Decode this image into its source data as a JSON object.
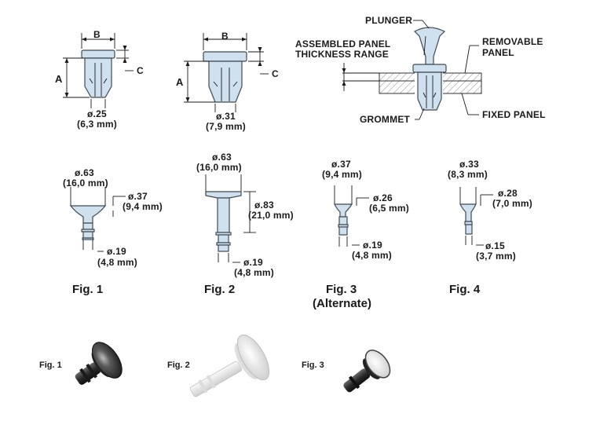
{
  "top_left_1": {
    "label_B": "B",
    "label_A": "A",
    "label_C": "C",
    "dim_in": "ø.25",
    "dim_mm": "(6,3 mm)"
  },
  "top_left_2": {
    "label_B": "B",
    "label_A": "A",
    "label_C": "C",
    "dim_in": "ø.31",
    "dim_mm": "(7,9 mm)"
  },
  "assembly": {
    "plunger": "PLUNGER",
    "assembled_panel": "ASSEMBLED PANEL",
    "thickness_range": "THICKNESS RANGE",
    "removable": "REMOVABLE",
    "panel": "PANEL",
    "grommet": "GROMMET",
    "fixed_panel": "FIXED PANEL"
  },
  "fig1": {
    "head_in": "ø.63",
    "head_mm": "(16,0 mm)",
    "mid_in": "ø.37",
    "mid_mm": "(9,4 mm)",
    "shaft_in": "ø.19",
    "shaft_mm": "(4,8 mm)",
    "caption": "Fig. 1"
  },
  "fig2": {
    "head_in": "ø.63",
    "head_mm": "(16,0 mm)",
    "len_in": "ø.83",
    "len_mm": "(21,0 mm)",
    "shaft_in": "ø.19",
    "shaft_mm": "(4,8 mm)",
    "caption": "Fig. 2"
  },
  "fig3": {
    "head_in": "ø.37",
    "head_mm": "(9,4 mm)",
    "mid_in": "ø.26",
    "mid_mm": "(6,5 mm)",
    "shaft_in": "ø.19",
    "shaft_mm": "(4,8 mm)",
    "caption": "Fig. 3",
    "caption2": "(Alternate)"
  },
  "fig4": {
    "head_in": "ø.33",
    "head_mm": "(8,3 mm)",
    "mid_in": "ø.28",
    "mid_mm": "(7,0 mm)",
    "shaft_in": "ø.15",
    "shaft_mm": "(3,7 mm)",
    "caption": "Fig. 4"
  },
  "photos": {
    "p1": "Fig. 1",
    "p2": "Fig. 2",
    "p3": "Fig. 3"
  },
  "colors": {
    "part_fill": "#cfe0ef",
    "outline": "#3f4a55",
    "photo_dark": "#2b2b2b",
    "photo_white": "#e9e9e9"
  }
}
